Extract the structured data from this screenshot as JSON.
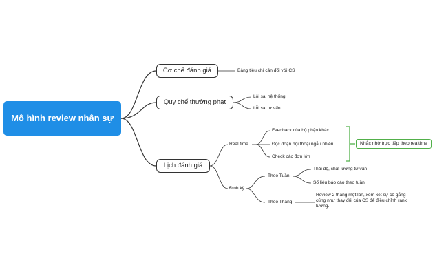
{
  "root": {
    "title": "Mô hình review nhân sự"
  },
  "branches": {
    "co_che": {
      "label": "Cơ chế đánh giá",
      "child": "Bảng tiêu chí cần đối với CS"
    },
    "quy_che": {
      "label": "Quy chế thưởng phạt",
      "children": [
        "Lỗi sai hệ thống",
        "Lỗi sai tư vấn"
      ]
    },
    "lich": {
      "label": "Lịch đánh giá",
      "real_time": {
        "label": "Real time",
        "children": [
          "Feedback của bộ phận khác",
          "Đọc đoạn hội thoại ngẫu nhiên",
          "Check các đơn lớn"
        ],
        "callout": "Nhắc nhở trực tiếp theo realtime"
      },
      "dinh_ky": {
        "label": "Định kỳ",
        "theo_tuan": {
          "label": "Theo Tuần",
          "children": [
            "Thái độ, chất lượng tư vấn",
            "Số liệu báo cáo theo tuần"
          ]
        },
        "theo_thang": {
          "label": "Theo Tháng",
          "note": "Review 2 tháng một lần, xem xét sự cố gắng cũng như thay đổi của CS để điều chỉnh rank lương."
        }
      }
    }
  },
  "colors": {
    "root_bg": "#1f8ee6",
    "line": "#333333",
    "callout_border": "#52b04a"
  }
}
